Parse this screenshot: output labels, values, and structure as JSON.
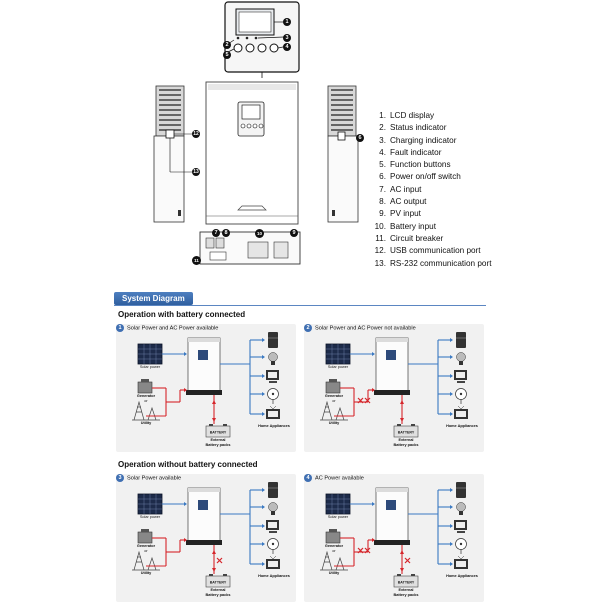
{
  "parts": [
    {
      "num": "1.",
      "label": "LCD display"
    },
    {
      "num": "2.",
      "label": "Status indicator"
    },
    {
      "num": "3.",
      "label": "Charging indicator"
    },
    {
      "num": "4.",
      "label": "Fault indicator"
    },
    {
      "num": "5.",
      "label": "Function buttons"
    },
    {
      "num": "6.",
      "label": "Power on/off switch"
    },
    {
      "num": "7.",
      "label": "AC input"
    },
    {
      "num": "8.",
      "label": "AC output"
    },
    {
      "num": "9.",
      "label": "PV input"
    },
    {
      "num": "10.",
      "label": "Battery input"
    },
    {
      "num": "11.",
      "label": "Circuit breaker"
    },
    {
      "num": "12.",
      "label": "USB communication port"
    },
    {
      "num": "13.",
      "label": "RS-232 communication port"
    }
  ],
  "callouts": {
    "lcd_zoom": [
      "1",
      "2",
      "3",
      "4",
      "5"
    ],
    "side_left": [
      "12",
      "13"
    ],
    "side_right": "6",
    "bottom": [
      "7",
      "8",
      "10",
      "9",
      "11"
    ]
  },
  "section_tab": "System Diagram",
  "heading_with_battery": "Operation with battery connected",
  "heading_without_battery": "Operation without battery connected",
  "scenarios": [
    {
      "badge": "1",
      "title": "Solar Power and AC Power available"
    },
    {
      "badge": "2",
      "title": "Solar Power and AC Power not available"
    },
    {
      "badge": "3",
      "title": "Solar Power available"
    },
    {
      "badge": "4",
      "title": "AC Power available"
    }
  ],
  "diagram_labels": {
    "solar": "Solar power",
    "generator": "Generator",
    "or": "or",
    "utility": "Utility",
    "battery_tag": "BATTERY",
    "battery_caption_1": "External",
    "battery_caption_2": "Battery packs",
    "appliances": "Home Appliances"
  },
  "colors": {
    "accent": "#3f6fb2",
    "arrow_blue": "#3b79c2",
    "arrow_red": "#d6262b",
    "panel_bg": "#f1f1f1"
  }
}
